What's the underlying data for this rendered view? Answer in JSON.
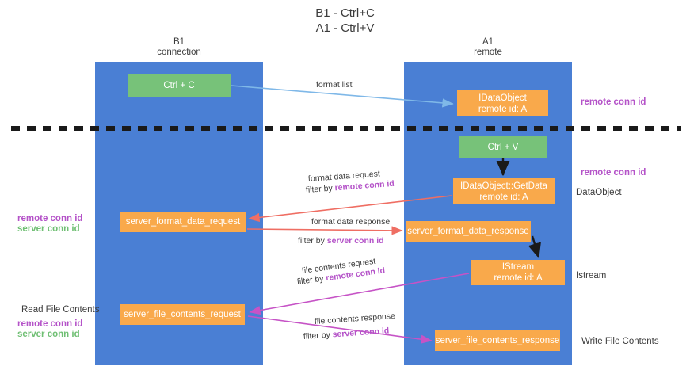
{
  "title": {
    "line1": "B1 - Ctrl+C",
    "line2": "A1 - Ctrl+V"
  },
  "lanes": [
    {
      "id": "b1",
      "name": "B1",
      "role": "connection",
      "color": "#4a7fd4"
    },
    {
      "id": "a1",
      "name": "A1",
      "role": "remote",
      "color": "#4a7fd4"
    }
  ],
  "colors": {
    "lane": "#4a7fd4",
    "green_node": "#77c279",
    "orange_node": "#f9a94b",
    "remote_conn_id": "#b452c8",
    "server_conn_id": "#6fbf73",
    "arrow_blue": "#7fb8e8",
    "arrow_red": "#ef6e63",
    "arrow_magenta": "#c653c6",
    "arrow_black": "#1a1a1a",
    "divider": "#1a1a1a"
  },
  "nodes": {
    "ctrl_c": {
      "label": "Ctrl + C",
      "sub": "",
      "kind": "green",
      "lane": "b1"
    },
    "idataobject": {
      "label": "IDataObject",
      "sub": "remote id: A",
      "kind": "orange",
      "lane": "a1"
    },
    "ctrl_v": {
      "label": "Ctrl + V",
      "sub": "",
      "kind": "green",
      "lane": "a1"
    },
    "getdata": {
      "label": "IDataObject::GetData",
      "sub": "remote id: A",
      "kind": "orange",
      "lane": "a1"
    },
    "server_format_data_request": {
      "label": "server_format_data_request",
      "sub": "",
      "kind": "orange",
      "lane": "b1"
    },
    "server_format_data_response": {
      "label": "server_format_data_response",
      "sub": "",
      "kind": "orange",
      "lane": "a1"
    },
    "istream": {
      "label": "IStream",
      "sub": "remote id: A",
      "kind": "orange",
      "lane": "a1"
    },
    "server_file_contents_request": {
      "label": "server_file_contents_request",
      "sub": "",
      "kind": "orange",
      "lane": "b1"
    },
    "server_file_contents_response": {
      "label": "server_file_contents_response",
      "sub": "",
      "kind": "orange",
      "lane": "a1"
    }
  },
  "edges": [
    {
      "id": "format_list",
      "label": "format list",
      "filter_prefix": "",
      "filter_key": "",
      "color": "#7fb8e8"
    },
    {
      "id": "format_data_request",
      "label": "format data request",
      "filter_prefix": "filter by ",
      "filter_key": "remote conn id",
      "color": "#ef6e63"
    },
    {
      "id": "format_data_response",
      "label": "format data response",
      "filter_prefix": "filter by ",
      "filter_key": "server conn id",
      "color": "#ef6e63"
    },
    {
      "id": "file_contents_request",
      "label": "file contents request",
      "filter_prefix": "filter by ",
      "filter_key": "remote conn id",
      "color": "#c653c6"
    },
    {
      "id": "file_contents_response",
      "label": "file contents response",
      "filter_prefix": "filter by ",
      "filter_key": "server conn id",
      "color": "#c653c6"
    }
  ],
  "side_labels": {
    "remote_conn_id_1": "remote conn id",
    "remote_conn_id_2": "remote conn id",
    "dataobject": "DataObject",
    "istream": "Istream",
    "write_file_contents": "Write File Contents",
    "read_file_contents": "Read File Contents",
    "left_remote_1": "remote conn id",
    "left_server_1": "server conn id",
    "left_remote_2": "remote conn id",
    "left_server_2": "server conn id"
  }
}
